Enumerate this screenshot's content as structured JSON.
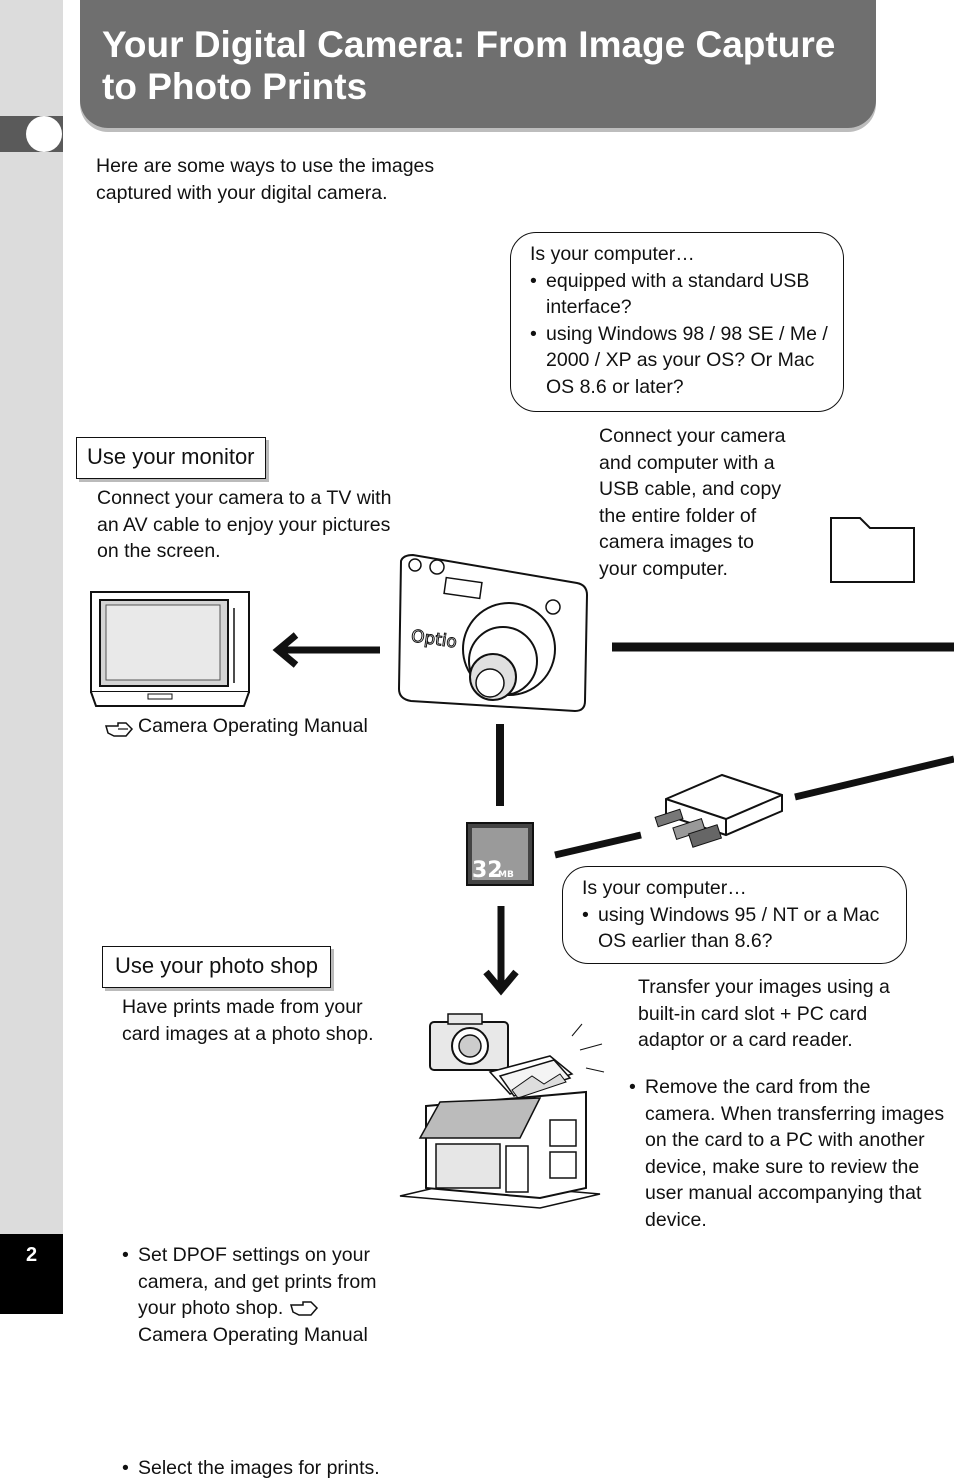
{
  "page": {
    "number": "2"
  },
  "title": {
    "line1": "Your Digital Camera: From Image Capture",
    "line2": "to Photo Prints"
  },
  "intro": {
    "line1": "Here are some ways to use the images",
    "line2": "captured with your digital camera."
  },
  "computer_bubble_usb": {
    "heading": "Is your computer…",
    "items": [
      "equipped with a standard USB interface?",
      "using Windows 98 / 98 SE / Me / 2000 / XP as your OS? Or Mac OS 8.6 or later?"
    ]
  },
  "usb_text": {
    "lines": [
      "Connect your camera",
      "and computer with a",
      "USB cable, and copy",
      "the entire folder of",
      "camera images to",
      "your computer."
    ]
  },
  "monitor": {
    "label": "Use your monitor",
    "lines": [
      "Connect your camera to a TV with",
      "an AV cable to enjoy your pictures",
      "on the screen."
    ],
    "ref": "Camera Operating Manual"
  },
  "camera": {
    "brand": "Optio"
  },
  "card": {
    "capacity": "32",
    "unit": "MB"
  },
  "computer_bubble_card": {
    "heading": "Is your computer…",
    "items": [
      "using Windows 95 / NT or a Mac OS earlier than 8.6?"
    ]
  },
  "card_text": {
    "lines": [
      "Transfer your images using a",
      "built-in card slot + PC card",
      "adaptor or a card reader."
    ],
    "bullet": "Remove the card from the camera. When transferring images on the card to a PC with another device, make sure to review the user manual accompanying that device."
  },
  "photo_shop": {
    "label": "Use your photo shop",
    "lines": [
      "Have prints made from your",
      "card images at a photo shop."
    ],
    "bullet1_a": "Set DPOF settings on your camera, and get prints from your photo shop.",
    "bullet1_ref": "Camera Operating Manual",
    "bullet2": "Select the images for prints."
  }
}
